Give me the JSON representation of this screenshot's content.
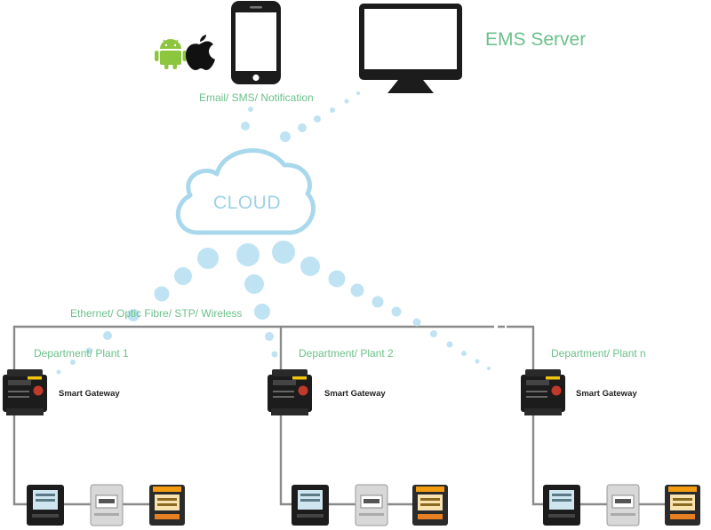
{
  "ems_label": "EMS Server",
  "notify_label": "Email/ SMS/ Notification",
  "cloud_label": "CLOUD",
  "network_label": "Ethernet/ Optic Fibre/ STP/ Wireless",
  "plants": [
    {
      "dept": "Department/ Plant 1",
      "gateway": "Smart Gateway"
    },
    {
      "dept": "Department/ Plant 2",
      "gateway": "Smart Gateway"
    },
    {
      "dept": "Department/ Plant n",
      "gateway": "Smart Gateway"
    }
  ],
  "colors": {
    "label_green": "#6cc08b",
    "cloud_blue": "#a9d8ec",
    "dot_blue": "#bfe3f3",
    "line_gray": "#8a8a8a",
    "device_dark": "#1c1c1c",
    "android_green": "#8cc63f"
  },
  "icons": [
    "android-icon",
    "apple-icon",
    "smartphone-icon",
    "monitor-icon",
    "cloud-icon",
    "smart-gateway-icon",
    "energy-meter-icon"
  ]
}
